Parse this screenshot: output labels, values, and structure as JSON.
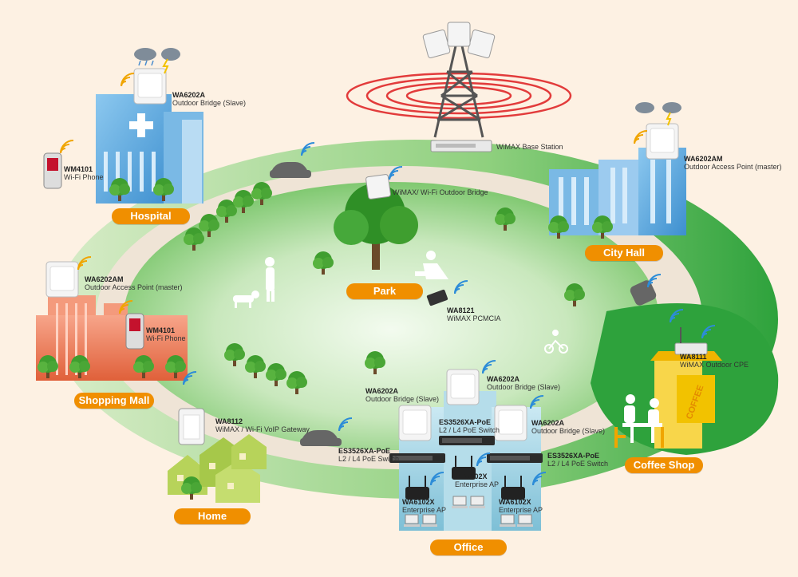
{
  "colors": {
    "background": "#fdf1e3",
    "ring": "#46b14a",
    "park": "#b6dfa5",
    "road": "#efe4d6",
    "label_pill": "#f08f00",
    "hospital": "#5fa9dc",
    "mall": "#ef7c57",
    "home": "#a6c84a",
    "office": "#9ecfe1",
    "signal": "#f0a500",
    "rings": "#e23b3b"
  },
  "locations": {
    "hospital": "Hospital",
    "city_hall": "City Hall",
    "park": "Park",
    "shopping_mall": "Shopping Mall",
    "home": "Home",
    "office": "Office",
    "coffee_shop": "Coffee Shop"
  },
  "devices": {
    "hospital_bridge": {
      "model": "WA6202A",
      "desc": "Outdoor Bridge (Slave)"
    },
    "hospital_phone": {
      "model": "WM4101",
      "desc": "Wi-Fi Phone"
    },
    "base_station": {
      "desc": "WiMAX Base Station"
    },
    "cityhall_ap": {
      "model": "WA6202AM",
      "desc": "Outdoor Access Point (master)"
    },
    "park_bridge": {
      "desc": "WiMAX/ Wi-Fi Outdoor Bridge"
    },
    "park_card": {
      "model": "WA8121",
      "desc": "WiMAX PCMCIA"
    },
    "mall_ap": {
      "model": "WA6202AM",
      "desc": "Outdoor Access Point (master)"
    },
    "mall_phone": {
      "model": "WM4101",
      "desc": "Wi-Fi Phone"
    },
    "home_gateway": {
      "model": "WA8112",
      "desc": "WiMAX / Wi-Fi VoIP Gateway"
    },
    "office_bridge_left": {
      "model": "WA6202A",
      "desc": "Outdoor Bridge (Slave)"
    },
    "office_bridge_mid": {
      "model": "WA6202A",
      "desc": "Outdoor Bridge (Slave)"
    },
    "office_bridge_right": {
      "model": "WA6202A",
      "desc": "Outdoor Bridge (Slave)"
    },
    "office_switch_left": {
      "model": "ES3526XA-PoE",
      "desc": "L2 / L4 PoE Switch"
    },
    "office_switch_mid": {
      "model": "ES3526XA-PoE",
      "desc": "L2 / L4 PoE Switch"
    },
    "office_switch_right": {
      "model": "ES3526XA-PoE",
      "desc": "L2 / L4 PoE Switch"
    },
    "office_ap_left": {
      "model": "WA6102X",
      "desc": "Enterprise AP"
    },
    "office_ap_mid": {
      "model": "WA6102X",
      "desc": "Enterprise AP"
    },
    "office_ap_right": {
      "model": "WA6102X",
      "desc": "Enterprise AP"
    },
    "coffee_unit": {
      "model": "WA8111",
      "desc": "WiMAX Outdoor CPE"
    }
  },
  "signs": {
    "coffee": "COFFEE"
  }
}
